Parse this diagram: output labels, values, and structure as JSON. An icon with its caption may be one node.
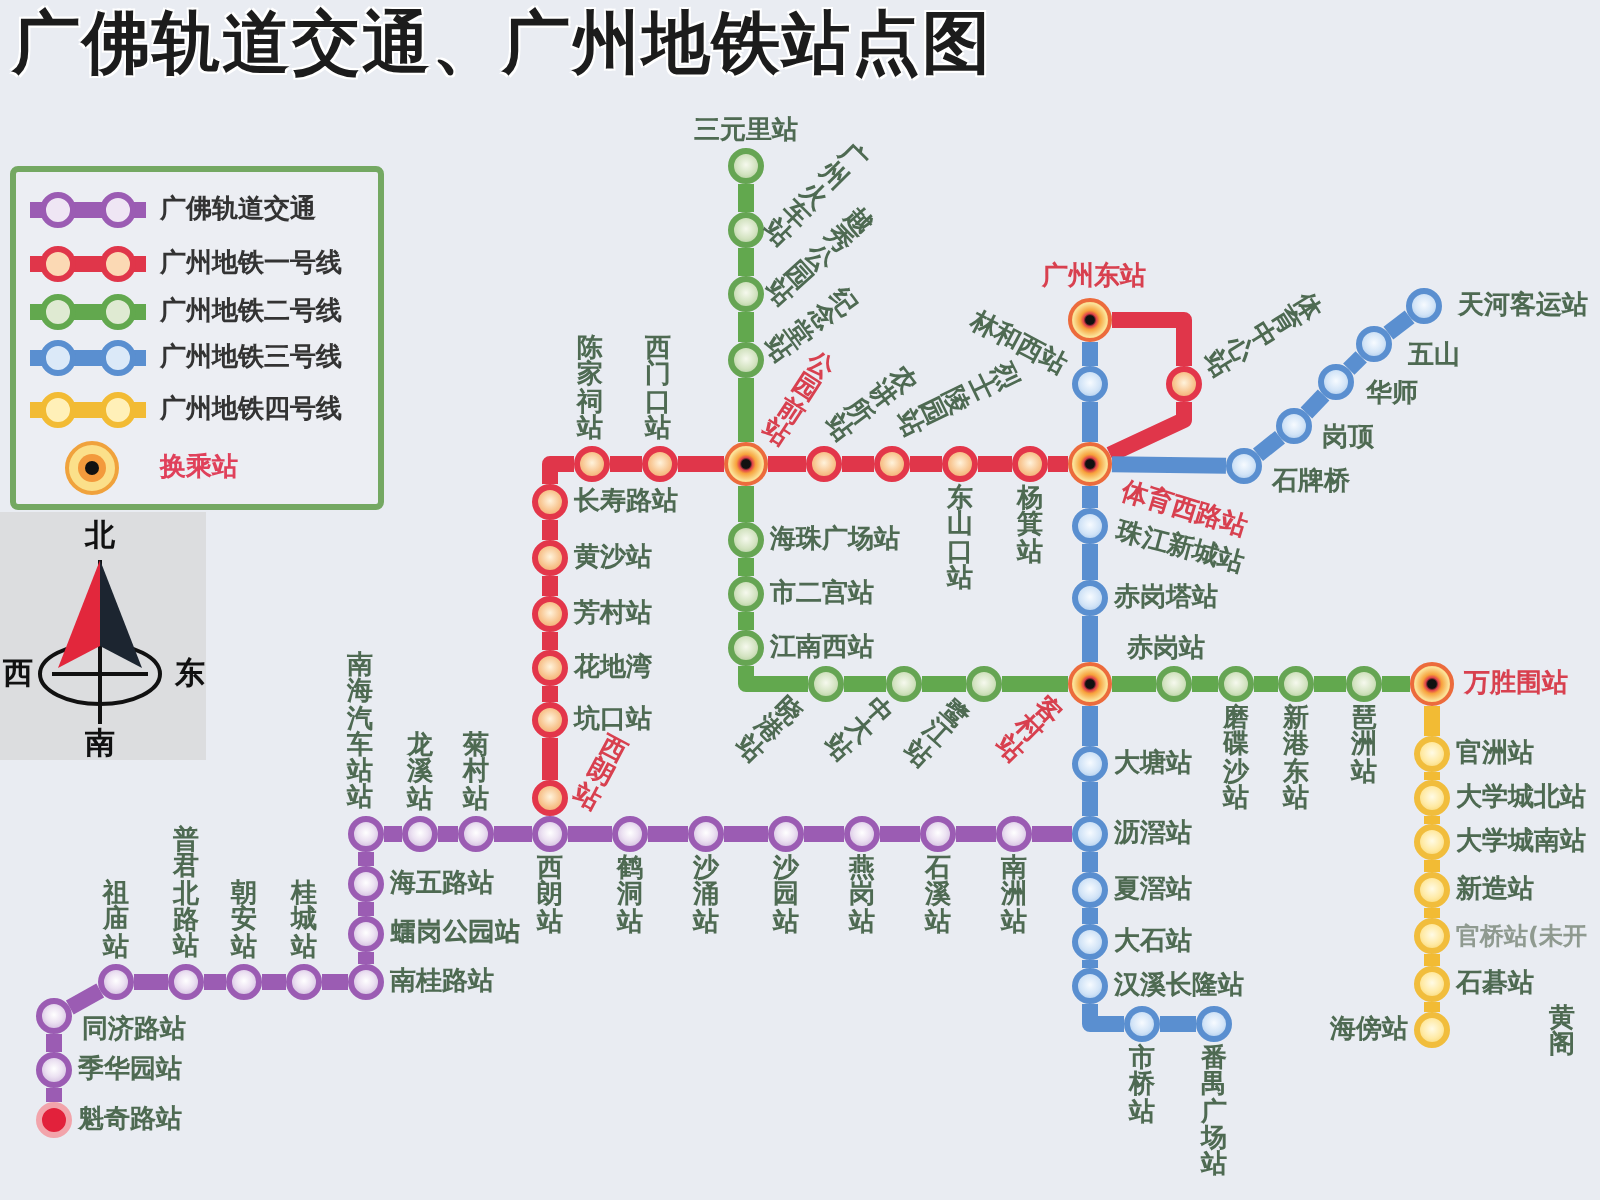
{
  "diagram": {
    "title": "广佛轨道交通、广州地铁站点图",
    "nodes": [
      {
        "text": [],
        "shape": "circle",
        "beside": [
          "魁奇路站"
        ]
      },
      {
        "text": [],
        "shape": "circle",
        "beside": [
          "季华园站"
        ]
      },
      {
        "text": [],
        "shape": "circle",
        "beside": [
          "同济路站"
        ]
      },
      {
        "text": [],
        "shape": "circle",
        "beside": [
          "祖庙站"
        ]
      },
      {
        "text": [],
        "shape": "circle",
        "beside": [
          "普君北路站"
        ]
      },
      {
        "text": [],
        "shape": "circle",
        "beside": [
          "朝安站"
        ]
      },
      {
        "text": [],
        "shape": "circle",
        "beside": [
          "桂城站"
        ]
      },
      {
        "text": [],
        "shape": "circle",
        "beside": [
          "南桂路站"
        ]
      },
      {
        "text": [],
        "shape": "circle",
        "beside": [
          "𧒽岗公园站"
        ]
      },
      {
        "text": [],
        "shape": "circle",
        "beside": [
          "海五路站"
        ]
      },
      {
        "text": [],
        "shape": "circle",
        "beside": [
          "南海汽车站站"
        ]
      },
      {
        "text": [],
        "shape": "circle",
        "beside": [
          "龙溪站"
        ]
      },
      {
        "text": [],
        "shape": "circle",
        "beside": [
          "菊村站"
        ]
      },
      {
        "text": [],
        "shape": "circle",
        "beside": [
          "西朗站"
        ]
      },
      {
        "text": [],
        "shape": "circle",
        "beside": [
          "鹤洞站"
        ]
      },
      {
        "text": [],
        "shape": "circle",
        "beside": [
          "沙涌站"
        ]
      },
      {
        "text": [],
        "shape": "circle",
        "beside": [
          "沙园站"
        ]
      },
      {
        "text": [],
        "shape": "circle",
        "beside": [
          "燕岗站"
        ]
      },
      {
        "text": [],
        "shape": "circle",
        "beside": [
          "石溪站"
        ]
      },
      {
        "text": [],
        "shape": "circle",
        "beside": [
          "南洲站"
        ]
      },
      {
        "text": [],
        "shape": "circle",
        "beside": [
          "西朗站"
        ]
      },
      {
        "text": [],
        "shape": "circle",
        "beside": [
          "坑口站"
        ]
      },
      {
        "text": [],
        "shape": "circle",
        "beside": [
          "花地湾"
        ]
      },
      {
        "text": [],
        "shape": "circle",
        "beside": [
          "芳村站"
        ]
      },
      {
        "text": [],
        "shape": "circle",
        "beside": [
          "黄沙站"
        ]
      },
      {
        "text": [],
        "shape": "circle",
        "beside": [
          "长寿路站"
        ]
      },
      {
        "text": [],
        "shape": "circle",
        "beside": [
          "陈家祠站"
        ]
      },
      {
        "text": [],
        "shape": "circle",
        "beside": [
          "西门口站"
        ]
      },
      {
        "text": [],
        "shape": "circle",
        "beside": [
          "公园前站"
        ]
      },
      {
        "text": [],
        "shape": "circle",
        "beside": [
          "农讲所站"
        ]
      },
      {
        "text": [],
        "shape": "circle",
        "beside": [
          "烈士陵园站"
        ]
      },
      {
        "text": [],
        "shape": "circle",
        "beside": [
          "东山口站"
        ]
      },
      {
        "text": [],
        "shape": "circle",
        "beside": [
          "杨箕站"
        ]
      },
      {
        "text": [],
        "shape": "circle",
        "beside": [
          "体育西路站"
        ]
      },
      {
        "text": [],
        "shape": "circle",
        "beside": [
          "体育中心站"
        ]
      },
      {
        "text": [],
        "shape": "circle",
        "beside": [
          "广州东站"
        ]
      },
      {
        "text": [],
        "shape": "circle",
        "beside": [
          "三元里站"
        ]
      },
      {
        "text": [],
        "shape": "circle",
        "beside": [
          "广州火车站"
        ]
      },
      {
        "text": [],
        "shape": "circle",
        "beside": [
          "越秀公园站"
        ]
      },
      {
        "text": [],
        "shape": "circle",
        "beside": [
          "纪念堂站"
        ]
      },
      {
        "text": [],
        "shape": "circle",
        "beside": [
          "海珠广场站"
        ]
      },
      {
        "text": [],
        "shape": "circle",
        "beside": [
          "市二宫站"
        ]
      },
      {
        "text": [],
        "shape": "circle",
        "beside": [
          "江南西站"
        ]
      },
      {
        "text": [],
        "shape": "circle",
        "beside": [
          "晓港站"
        ]
      },
      {
        "text": [],
        "shape": "circle",
        "beside": [
          "中大站"
        ]
      },
      {
        "text": [],
        "shape": "circle",
        "beside": [
          "鹭江站"
        ]
      },
      {
        "text": [],
        "shape": "circle",
        "beside": [
          "客村站"
        ]
      },
      {
        "text": [],
        "shape": "circle",
        "beside": [
          "赤岗站"
        ]
      },
      {
        "text": [],
        "shape": "circle",
        "beside": [
          "磨碟沙站"
        ]
      },
      {
        "text": [],
        "shape": "circle",
        "beside": [
          "新港东站"
        ]
      },
      {
        "text": [],
        "shape": "circle",
        "beside": [
          "琶洲站"
        ]
      },
      {
        "text": [],
        "shape": "circle",
        "beside": [
          "万胜围站"
        ]
      },
      {
        "text": [],
        "shape": "circle",
        "beside": [
          "林和西站"
        ]
      },
      {
        "text": [],
        "shape": "circle",
        "beside": [
          "石牌桥"
        ]
      },
      {
        "text": [],
        "shape": "circle",
        "beside": [
          "岗顶"
        ]
      },
      {
        "text": [],
        "shape": "circle",
        "beside": [
          "华师"
        ]
      },
      {
        "text": [],
        "shape": "circle",
        "beside": [
          "五山"
        ]
      },
      {
        "text": [],
        "shape": "circle",
        "beside": [
          "天河客运站"
        ]
      },
      {
        "text": [],
        "shape": "circle",
        "beside": [
          "珠江新城站"
        ]
      },
      {
        "text": [],
        "shape": "circle",
        "beside": [
          "赤岗塔站"
        ]
      },
      {
        "text": [],
        "shape": "circle",
        "beside": [
          "大塘站"
        ]
      },
      {
        "text": [],
        "shape": "circle",
        "beside": [
          "沥滘站"
        ]
      },
      {
        "text": [],
        "shape": "circle",
        "beside": [
          "夏滘站"
        ]
      },
      {
        "text": [],
        "shape": "circle",
        "beside": [
          "大石站"
        ]
      },
      {
        "text": [],
        "shape": "circle",
        "beside": [
          "汉溪长隆站"
        ]
      },
      {
        "text": [],
        "shape": "circle",
        "beside": [
          "市桥站"
        ]
      },
      {
        "text": [],
        "shape": "circle",
        "beside": [
          "番禺广场站"
        ]
      },
      {
        "text": [],
        "shape": "circle",
        "beside": [
          "官洲站"
        ]
      },
      {
        "text": [],
        "shape": "circle",
        "beside": [
          "大学城北站"
        ]
      },
      {
        "text": [],
        "shape": "circle",
        "beside": [
          "大学城南站"
        ]
      },
      {
        "text": [],
        "shape": "circle",
        "beside": [
          "新造站"
        ]
      },
      {
        "text": [],
        "shape": "circle",
        "beside": [
          "官桥站(未开"
        ]
      },
      {
        "text": [],
        "shape": "circle",
        "beside": [
          "石碁站"
        ]
      },
      {
        "text": [],
        "shape": "circle",
        "beside": [
          "海傍站"
        ]
      }
    ],
    "edges": [
      {
        "from": 0,
        "to": 1,
        "arrow": "none"
      },
      {
        "from": 1,
        "to": 2,
        "arrow": "none"
      },
      {
        "from": 2,
        "to": 3,
        "arrow": "none"
      },
      {
        "from": 3,
        "to": 4,
        "arrow": "none"
      },
      {
        "from": 4,
        "to": 5,
        "arrow": "none"
      },
      {
        "from": 5,
        "to": 6,
        "arrow": "none"
      },
      {
        "from": 6,
        "to": 7,
        "arrow": "none"
      },
      {
        "from": 7,
        "to": 8,
        "arrow": "none"
      },
      {
        "from": 8,
        "to": 9,
        "arrow": "none"
      },
      {
        "from": 9,
        "to": 10,
        "arrow": "none"
      },
      {
        "from": 10,
        "to": 11,
        "arrow": "none"
      },
      {
        "from": 11,
        "to": 12,
        "arrow": "none"
      },
      {
        "from": 12,
        "to": 13,
        "arrow": "none"
      },
      {
        "from": 13,
        "to": 14,
        "arrow": "none"
      },
      {
        "from": 14,
        "to": 15,
        "arrow": "none"
      },
      {
        "from": 15,
        "to": 16,
        "arrow": "none"
      },
      {
        "from": 16,
        "to": 17,
        "arrow": "none"
      },
      {
        "from": 17,
        "to": 18,
        "arrow": "none"
      },
      {
        "from": 18,
        "to": 19,
        "arrow": "none"
      },
      {
        "from": 19,
        "to": 61,
        "arrow": "none"
      },
      {
        "from": 20,
        "to": 21,
        "arrow": "none",
        "color": "#e0364a"
      },
      {
        "from": 21,
        "to": 22,
        "arrow": "none",
        "color": "#e0364a"
      },
      {
        "from": 22,
        "to": 23,
        "arrow": "none",
        "color": "#e0364a"
      },
      {
        "from": 23,
        "to": 24,
        "arrow": "none",
        "color": "#e0364a"
      },
      {
        "from": 24,
        "to": 25,
        "arrow": "none",
        "color": "#e0364a"
      },
      {
        "from": 25,
        "to": 26,
        "arrow": "none",
        "color": "#e0364a"
      },
      {
        "from": 26,
        "to": 27,
        "arrow": "none",
        "color": "#e0364a"
      },
      {
        "from": 27,
        "to": 28,
        "arrow": "none",
        "color": "#e0364a"
      },
      {
        "from": 28,
        "to": 29,
        "arrow": "none",
        "color": "#e0364a"
      },
      {
        "from": 29,
        "to": 30,
        "arrow": "none",
        "color": "#e0364a"
      },
      {
        "from": 30,
        "to": 31,
        "arrow": "none",
        "color": "#e0364a"
      },
      {
        "from": 31,
        "to": 32,
        "arrow": "none",
        "color": "#e0364a"
      },
      {
        "from": 32,
        "to": 33,
        "arrow": "none",
        "color": "#e0364a"
      },
      {
        "from": 33,
        "to": 34,
        "arrow": "none",
        "color": "#e0364a"
      },
      {
        "from": 34,
        "to": 35,
        "arrow": "none",
        "color": "#e0364a"
      },
      {
        "from": 36,
        "to": 37,
        "arrow": "none",
        "color": "#62a84e"
      },
      {
        "from": 37,
        "to": 38,
        "arrow": "none",
        "color": "#62a84e"
      },
      {
        "from": 38,
        "to": 39,
        "arrow": "none",
        "color": "#62a84e"
      },
      {
        "from": 39,
        "to": 28,
        "arrow": "none",
        "color": "#62a84e"
      },
      {
        "from": 28,
        "to": 40,
        "arrow": "none",
        "color": "#62a84e"
      },
      {
        "from": 40,
        "to": 41,
        "arrow": "none",
        "color": "#62a84e"
      },
      {
        "from": 41,
        "to": 42,
        "arrow": "none",
        "color": "#62a84e"
      },
      {
        "from": 42,
        "to": 43,
        "arrow": "none",
        "color": "#62a84e"
      },
      {
        "from": 43,
        "to": 44,
        "arrow": "none",
        "color": "#62a84e"
      },
      {
        "from": 44,
        "to": 45,
        "arrow": "none",
        "color": "#62a84e"
      },
      {
        "from": 45,
        "to": 46,
        "arrow": "none",
        "color": "#62a84e"
      },
      {
        "from": 46,
        "to": 47,
        "arrow": "none",
        "color": "#62a84e"
      },
      {
        "from": 47,
        "to": 48,
        "arrow": "none",
        "color": "#62a84e"
      },
      {
        "from": 48,
        "to": 49,
        "arrow": "none",
        "color": "#62a84e"
      },
      {
        "from": 49,
        "to": 50,
        "arrow": "none",
        "color": "#62a84e"
      },
      {
        "from": 50,
        "to": 51,
        "arrow": "none",
        "color": "#62a84e"
      },
      {
        "from": 35,
        "to": 52,
        "arrow": "none",
        "color": "#5a8fd0"
      },
      {
        "from": 52,
        "to": 33,
        "arrow": "none",
        "color": "#5a8fd0"
      },
      {
        "from": 33,
        "to": 53,
        "arrow": "none",
        "color": "#5a8fd0"
      },
      {
        "from": 53,
        "to": 54,
        "arrow": "none",
        "color": "#5a8fd0"
      },
      {
        "from": 54,
        "to": 55,
        "arrow": "none",
        "color": "#5a8fd0"
      },
      {
        "from": 55,
        "to": 56,
        "arrow": "none",
        "color": "#5a8fd0"
      },
      {
        "from": 56,
        "to": 57,
        "arrow": "none",
        "color": "#5a8fd0"
      },
      {
        "from": 33,
        "to": 58,
        "arrow": "none",
        "color": "#5a8fd0"
      },
      {
        "from": 58,
        "to": 59,
        "arrow": "none",
        "color": "#5a8fd0"
      },
      {
        "from": 59,
        "to": 46,
        "arrow": "none",
        "color": "#5a8fd0"
      },
      {
        "from": 46,
        "to": 60,
        "arrow": "none",
        "color": "#5a8fd0"
      },
      {
        "from": 60,
        "to": 61,
        "arrow": "none",
        "color": "#5a8fd0"
      },
      {
        "from": 61,
        "to": 62,
        "arrow": "none",
        "color": "#5a8fd0"
      },
      {
        "from": 62,
        "to": 63,
        "arrow": "none",
        "color": "#5a8fd0"
      },
      {
        "from": 63,
        "to": 64,
        "arrow": "none",
        "color": "#5a8fd0"
      },
      {
        "from": 64,
        "to": 65,
        "arrow": "none",
        "color": "#5a8fd0"
      },
      {
        "from": 65,
        "to": 66,
        "arrow": "none",
        "color": "#5a8fd0"
      },
      {
        "from": 51,
        "to": 67,
        "arrow": "none",
        "color": "#f2bb34"
      },
      {
        "from": 67,
        "to": 68,
        "arrow": "none",
        "color": "#f2bb34"
      },
      {
        "from": 68,
        "to": 69,
        "arrow": "none",
        "color": "#f2bb34"
      },
      {
        "from": 69,
        "to": 70,
        "arrow": "none",
        "color": "#f2bb34"
      },
      {
        "from": 70,
        "to": 71,
        "arrow": "none",
        "color": "#f2bb34"
      },
      {
        "from": 71,
        "to": 72,
        "arrow": "none",
        "color": "#f2bb34"
      },
      {
        "from": 72,
        "to": 73,
        "arrow": "none",
        "color": "#f2bb34"
      }
    ],
    "labels": [
      "北",
      "西",
      "东",
      "南",
      "黄阁"
    ],
    "legend": [
      {
        "text": "广佛轨道交通"
      },
      {
        "text": "广州地铁一号线"
      },
      {
        "text": "广州地铁二号线"
      },
      {
        "text": "广州地铁三号线"
      },
      {
        "text": "广州地铁四号线"
      },
      {
        "text": "换乘站"
      }
    ]
  }
}
